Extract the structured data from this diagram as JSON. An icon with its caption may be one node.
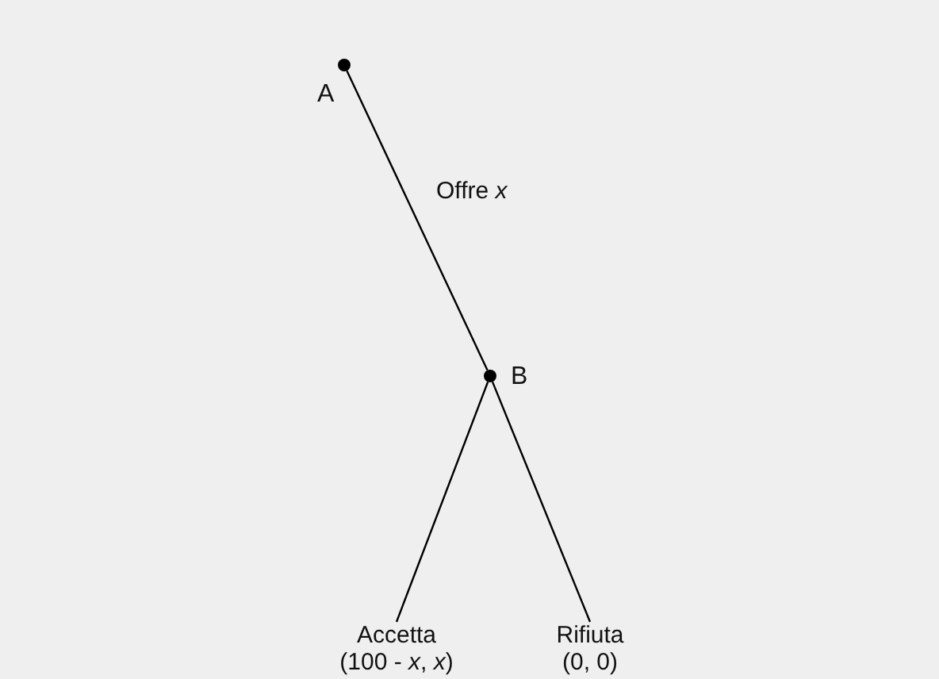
{
  "diagram": {
    "nodes": [
      {
        "text": [],
        "shape": "circle",
        "beside": [
          "A"
        ]
      },
      {
        "text": [],
        "shape": "circle",
        "beside": [
          "B"
        ]
      },
      {
        "text": [
          "Accetta",
          "(100 - *x*, *x*)"
        ]
      },
      {
        "text": [
          "Rifiuta",
          "(0, 0)"
        ]
      }
    ],
    "edges": [
      {
        "from": 0,
        "to": 1,
        "arrow": "none",
        "label": "Offre *x*"
      },
      {
        "from": 1,
        "to": 2,
        "arrow": "none"
      },
      {
        "from": 1,
        "to": 3,
        "arrow": "none"
      }
    ]
  }
}
